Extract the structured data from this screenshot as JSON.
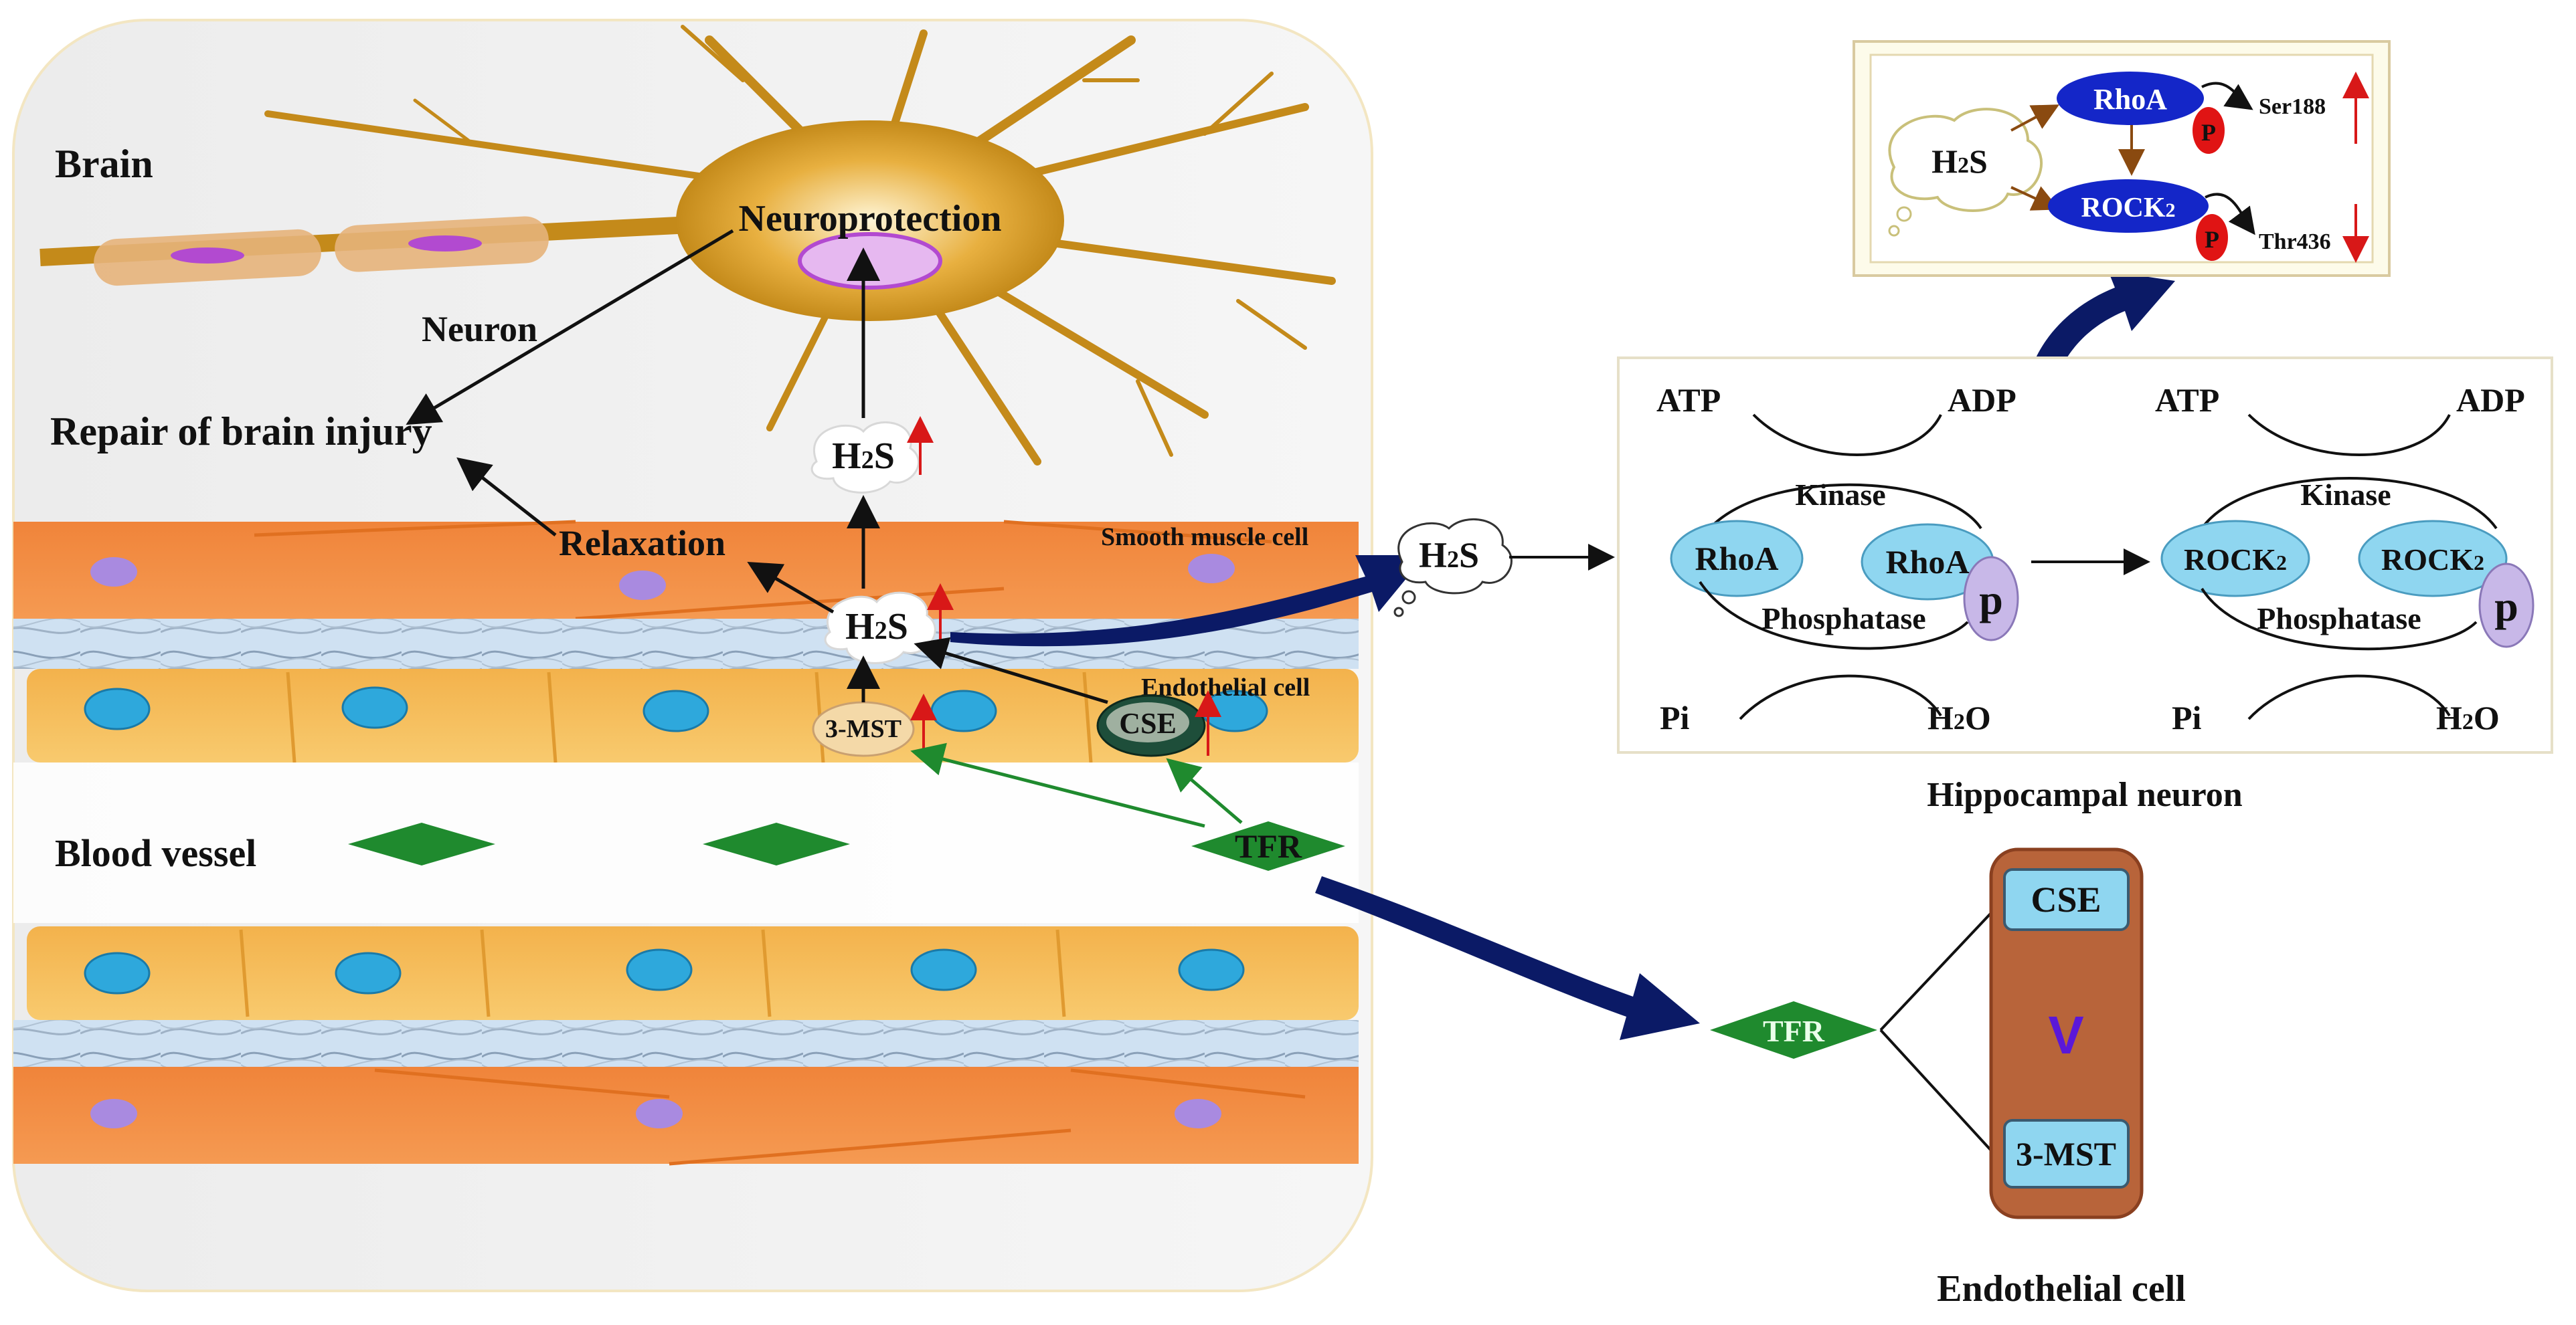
{
  "brain_panel": {
    "brain_label": "Brain",
    "neuron_label": "Neuron",
    "neuroprotection_label": "Neuroprotection",
    "repair_label": "Repair of brain injury",
    "relaxation_label": "Relaxation",
    "smooth_muscle_label": "Smooth muscle cell",
    "endothelial_label": "Endothelial cell",
    "blood_vessel_label": "Blood vessel",
    "h2s_neuron": {
      "main": "H",
      "sub": "2",
      "tail": "S"
    },
    "h2s_vessel": {
      "main": "H",
      "sub": "2",
      "tail": "S"
    },
    "mst_label": "3-MST",
    "cse_label": "CSE",
    "tfr_label": "TFR"
  },
  "hippocampal_panel": {
    "caption": "Hippocampal neuron",
    "h2s_cloud": {
      "main": "H",
      "sub": "2",
      "tail": "S"
    },
    "atp_left": "ATP",
    "adp_left": "ADP",
    "kinase_left": "Kinase",
    "rhoa_1": "RhoA",
    "rhoa_2": "RhoA",
    "phosphatase_left": "Phosphatase",
    "p_left": "p",
    "pi_left": "Pi",
    "h2o_left": {
      "main": "H",
      "sub": "2",
      "tail": "O"
    },
    "atp_right": "ATP",
    "adp_right": "ADP",
    "kinase_right": "Kinase",
    "rock2_1": {
      "main": "ROCK",
      "sub": "2"
    },
    "rock2_2": {
      "main": "ROCK",
      "sub": "2"
    },
    "phosphatase_right": "Phosphatase",
    "p_right": "p",
    "pi_right": "Pi",
    "h2o_right": {
      "main": "H",
      "sub": "2",
      "tail": "O"
    }
  },
  "inset_panel": {
    "h2s": {
      "main": "H",
      "sub": "2",
      "tail": "S"
    },
    "rhoa": "RhoA",
    "rock2": {
      "main": "ROCK",
      "sub": "2"
    },
    "p1": "P",
    "p2": "P",
    "ser": "Ser188",
    "thr": "Thr436"
  },
  "endothelial_panel": {
    "tfr": "TFR",
    "cse": "CSE",
    "v": "V",
    "mst": "3-MST",
    "caption": "Endothelial cell"
  },
  "colors": {
    "neuron": "#c48a1a",
    "smooth_muscle": "#f0883c",
    "endothelial": "#f7c05a",
    "nucleus_blue": "#2ea8dc",
    "nucleus_violet": "#a98ae0",
    "tfr_green": "#1f8a2e",
    "pathway_blue": "#8fd6f0",
    "navy_arrow": "#0b1a66",
    "endothelial_box": "#b8643a",
    "red_arrow": "#d81818"
  }
}
